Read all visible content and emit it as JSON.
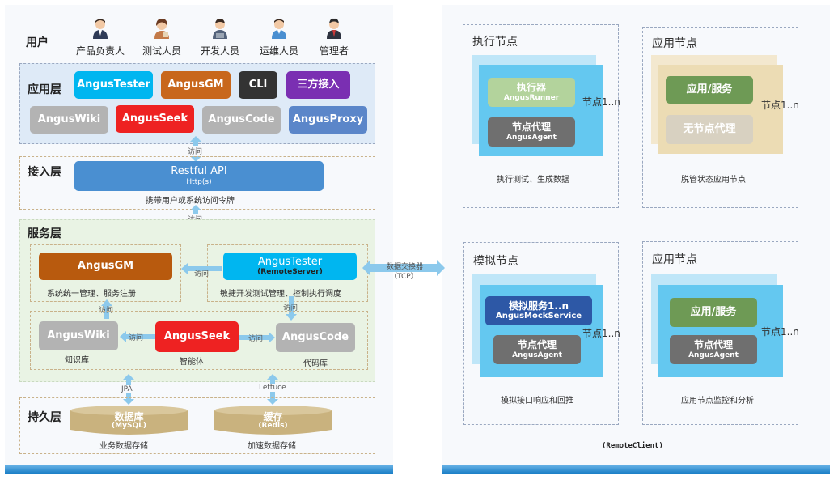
{
  "users": {
    "label": "用户",
    "items": [
      {
        "name": "产品负责人",
        "icon": "product-owner-avatar"
      },
      {
        "name": "测试人员",
        "icon": "tester-avatar"
      },
      {
        "name": "开发人员",
        "icon": "developer-avatar"
      },
      {
        "name": "运维人员",
        "icon": "ops-avatar"
      },
      {
        "name": "管理者",
        "icon": "manager-avatar"
      }
    ]
  },
  "app_layer": {
    "label": "应用层",
    "apps": [
      "AngusTester",
      "AngusGM",
      "CLI",
      "三方接入",
      "AngusWiki",
      "AngusSeek",
      "AngusCode",
      "AngusProxy"
    ]
  },
  "arrows": {
    "access": "访问",
    "jpa": "JPA",
    "lettuce": "Lettuce",
    "data_exchanger": "数据交换器",
    "tcp": "（TCP）"
  },
  "access_layer": {
    "label": "接入层",
    "api_title": "Restful API",
    "api_sub": "Http(s)",
    "caption": "携带用户或系统访问令牌"
  },
  "service_layer": {
    "label": "服务层",
    "gm": {
      "title": "AngusGM",
      "caption": "系统统一管理、服务注册"
    },
    "tester": {
      "title": "AngusTester",
      "sub": "(RemoteServer)",
      "caption": "敏捷开发测试管理、控制执行调度"
    },
    "wiki": {
      "title": "AngusWiki",
      "caption": "知识库"
    },
    "seek": {
      "title": "AngusSeek",
      "caption": "智能体"
    },
    "code": {
      "title": "AngusCode",
      "caption": "代码库"
    }
  },
  "persist_layer": {
    "label": "持久层",
    "db": {
      "title": "数据库",
      "sub": "(MySQL)",
      "caption": "业务数据存储"
    },
    "cache": {
      "title": "缓存",
      "sub": "(Redis)",
      "caption": "加速数据存储"
    }
  },
  "right": {
    "exec": {
      "title": "执行节点",
      "runner": "执行器",
      "runner_sub": "AngusRunner",
      "agent": "节点代理",
      "agent_sub": "AngusAgent",
      "count": "节点1..n",
      "caption": "执行测试、生成数据"
    },
    "app1": {
      "title": "应用节点",
      "service": "应用/服务",
      "no_agent": "无节点代理",
      "count": "节点1..n",
      "caption": "脱管状态应用节点"
    },
    "mock": {
      "title": "模拟节点",
      "service": "模拟服务1..n",
      "service_sub": "AngusMockService",
      "agent": "节点代理",
      "agent_sub": "AngusAgent",
      "count": "节点1..n",
      "caption": "模拟接口响应和回推"
    },
    "app2": {
      "title": "应用节点",
      "service": "应用/服务",
      "agent": "节点代理",
      "agent_sub": "AngusAgent",
      "count": "节点1..n",
      "caption": "应用节点监控和分析"
    },
    "footer": "(RemoteClient)"
  },
  "colors": {
    "tester": "#00b6f0",
    "gm": "#c8671c",
    "cli": "#333333",
    "thirdparty": "#7a2fb2",
    "gray": "#b3b3b3",
    "seek": "#ee2222",
    "proxy": "#5b86c9",
    "api": "#4a8fd1",
    "gm_dark": "#b85a0e",
    "cyl": "#c9b27e",
    "green": "#6e9a55",
    "light_green": "#b3d39c",
    "darkgray": "#6f6f6f",
    "navy": "#2d58a6"
  }
}
